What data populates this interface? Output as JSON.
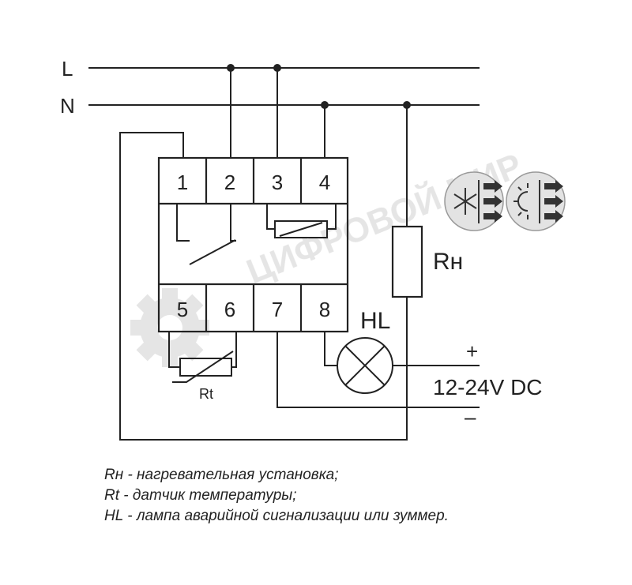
{
  "lines": {
    "phase": "L",
    "neutral": "N"
  },
  "terminals": [
    "1",
    "2",
    "3",
    "4",
    "5",
    "6",
    "7",
    "8"
  ],
  "heater_label": "Rн",
  "lamp_label": "HL",
  "sensor_label": "Rt",
  "supply": {
    "plus": "+",
    "voltage": "12-24V DC",
    "minus": "–"
  },
  "watermark": "ЦИФРОВОЙ МИР",
  "legend": [
    "Rн - нагревательная установка;",
    "Rt - датчик температуры;",
    "HL - лампа аварийной сигнализации или зуммер."
  ],
  "icons": [
    "snowflake-icon",
    "sun-icon"
  ],
  "colors": {
    "line": "#222222",
    "watermark": "#d9d9d9",
    "icon_fill": "#e3e3e3"
  }
}
